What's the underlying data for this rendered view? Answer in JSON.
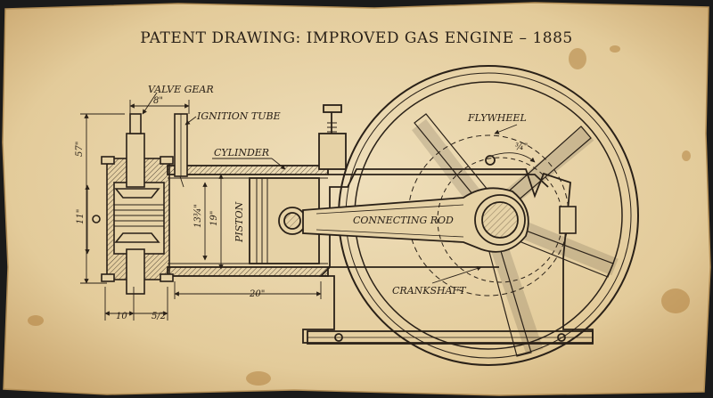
{
  "title": "PATENT DRAWING: IMPROVED GAS ENGINE – 1885",
  "colors": {
    "paper": "#e6d2a6",
    "ink": "#2a2118",
    "stain": "#a8742f"
  },
  "labels": {
    "valve_gear": "VALVE GEAR",
    "ignition_tube": "IGNITION TUBE",
    "cylinder": "CYLINDER",
    "piston": "PISTON",
    "connecting_rod": "CONNECTING ROD",
    "crankshaft": "CRANKSHAFT",
    "flywheel": "FLYWHEEL"
  },
  "dimensions": {
    "valve_gear_width": "8\"",
    "height_total": "57\"",
    "head_height": "11\"",
    "bore_inner": "13¾\"",
    "bore_outer": "19\"",
    "stroke": "20\"",
    "bottom_left": "10",
    "bottom_right": "5/2",
    "crank_radius": "¾\""
  }
}
